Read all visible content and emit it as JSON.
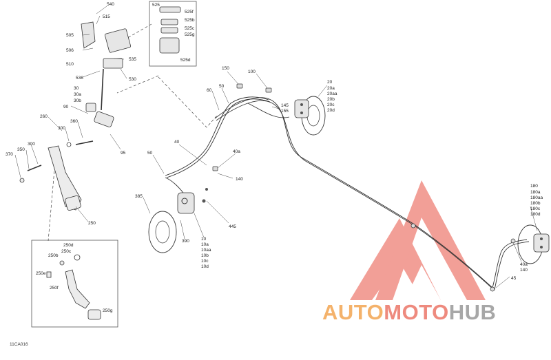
{
  "diagram": {
    "document_code": "11CA016",
    "watermark": {
      "part1": "AUTO",
      "part2": "MOTO",
      "part3": "HUB"
    },
    "labels": {
      "l540": "540",
      "l515": "515",
      "l505": "505",
      "l506": "506",
      "l510": "510",
      "l535": "535",
      "l536": "536",
      "l530": "530",
      "l525": "525",
      "l525f": "525f",
      "l525b": "525b",
      "l525c": "525c",
      "l525g": "525g",
      "l525d": "525d",
      "l30": "30",
      "l30a": "30a",
      "l30b": "30b",
      "l90": "90",
      "l260": "260",
      "l300a": "300",
      "l360": "360",
      "l95": "95",
      "l300b": "300",
      "l370": "370",
      "l350": "350",
      "l250": "250",
      "l250d": "250d",
      "l250c": "250c",
      "l250b": "250b",
      "l250e": "250e",
      "l250f": "250f",
      "l250g": "250g",
      "l150": "150",
      "l100": "100",
      "l50a": "50",
      "l60": "60",
      "l145": "145",
      "l155": "155",
      "l20": "20",
      "l20a": "20a",
      "l20aa": "20aa",
      "l20b": "20b",
      "l20c": "20c",
      "l20d": "20d",
      "l40": "40",
      "l50b": "50",
      "l40a": "40a",
      "l140a": "140",
      "l385": "385",
      "l390": "390",
      "l445": "445",
      "l10": "10",
      "l10a": "10a",
      "l10aa": "10aa",
      "l10b": "10b",
      "l10c": "10c",
      "l10d": "10d",
      "l180": "180",
      "l180a": "180a",
      "l180aa": "180aa",
      "l180b": "180b",
      "l180c": "180c",
      "l180d": "180d",
      "l40b": "40a",
      "l140b": "140",
      "l45": "45"
    },
    "colors": {
      "watermark_red": "#f08f86",
      "line": "#333333"
    }
  }
}
